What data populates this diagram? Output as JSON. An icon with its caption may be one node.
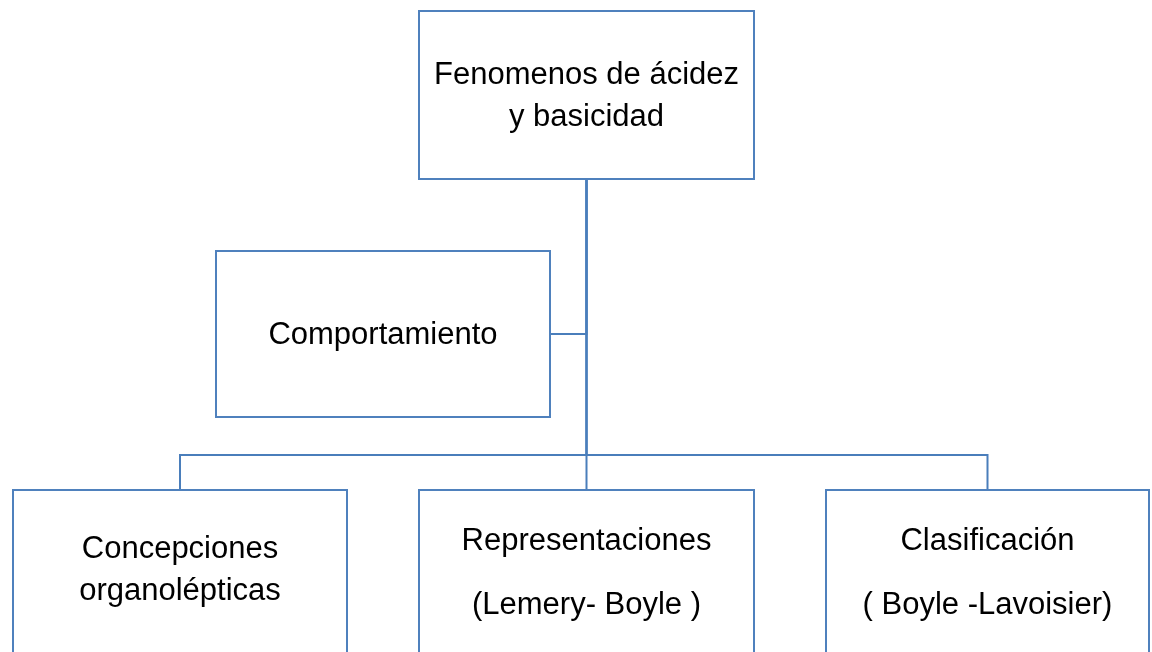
{
  "diagram": {
    "nodes": [
      {
        "text": [
          "Fenomenos de ácidez y basicidad"
        ]
      },
      {
        "text": [
          "Comportamiento"
        ]
      },
      {
        "text": [
          "Concepciones organolépticas"
        ]
      },
      {
        "text": [
          "Representaciones",
          "(Lemery- Boyle )"
        ]
      },
      {
        "text": [
          "Clasificación",
          "( Boyle -Lavoisier)"
        ]
      }
    ],
    "edges": [
      {
        "from": 0,
        "to": 1,
        "arrow": "none"
      },
      {
        "from": 0,
        "to": 2,
        "arrow": "none"
      },
      {
        "from": 0,
        "to": 3,
        "arrow": "none"
      },
      {
        "from": 0,
        "to": 4,
        "arrow": "none"
      }
    ]
  }
}
